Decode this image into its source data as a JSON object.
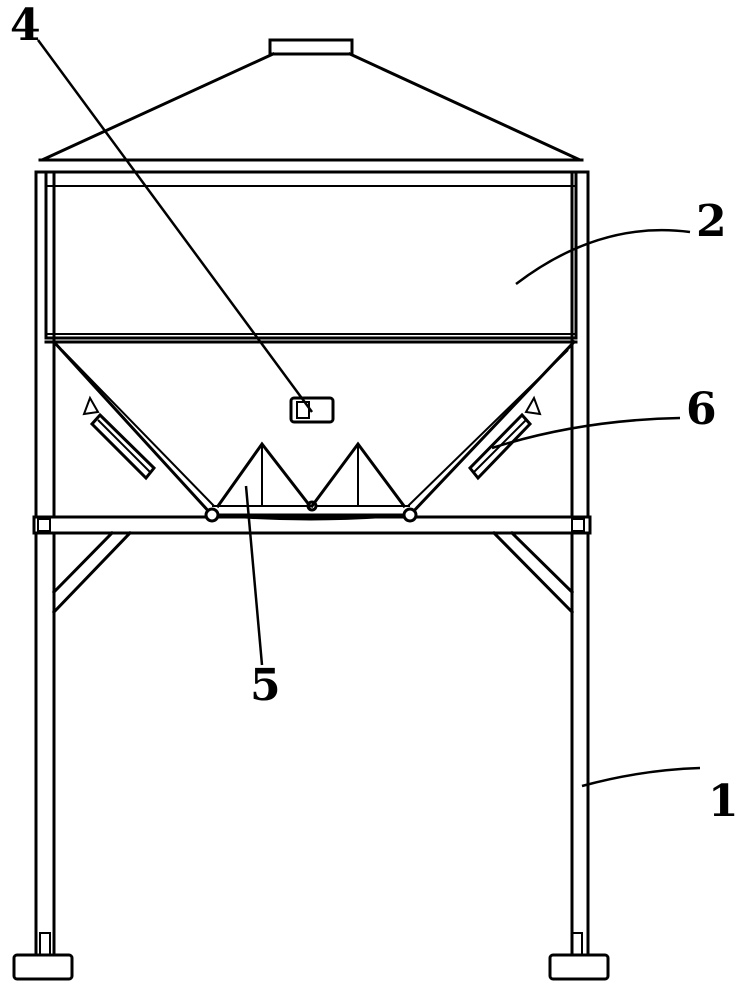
{
  "labels": {
    "l1": "1",
    "l2": "2",
    "l4": "4",
    "l5": "5",
    "l6": "6"
  },
  "colors": {
    "line": "#000000",
    "background": "#ffffff"
  }
}
